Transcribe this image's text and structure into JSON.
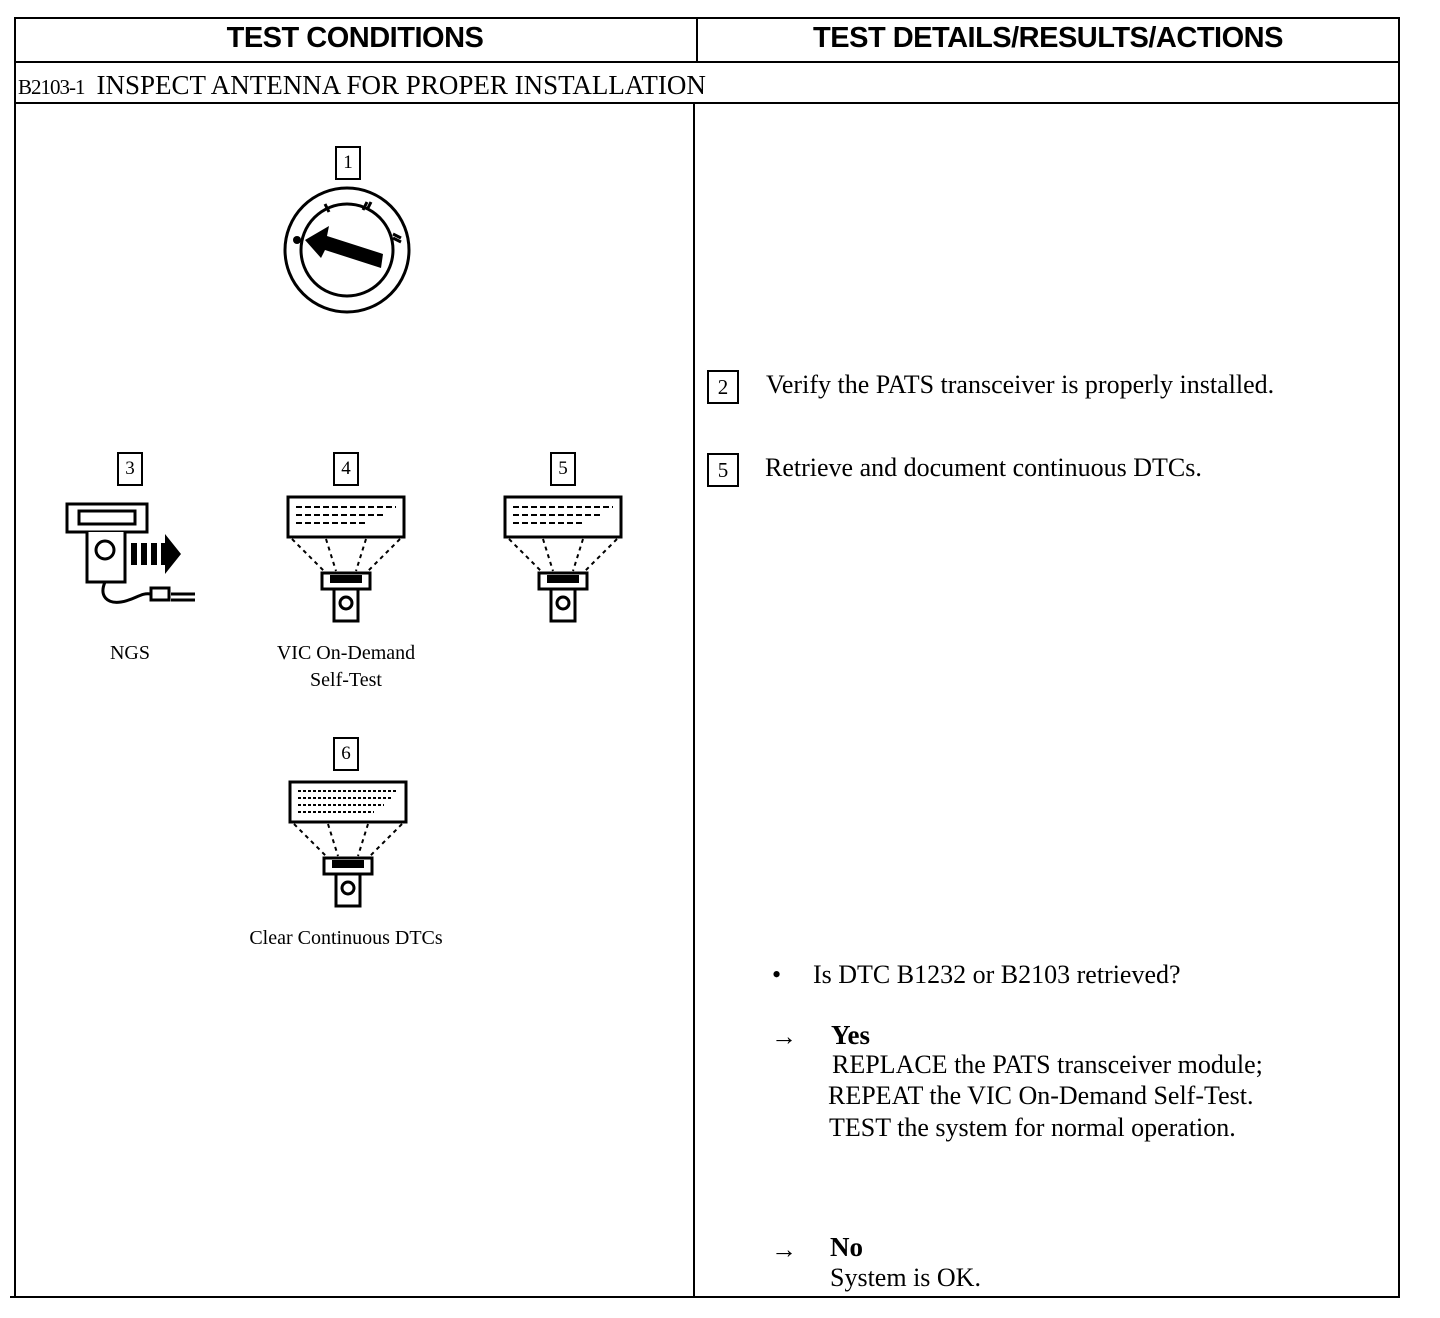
{
  "header": {
    "left_title": "TEST CONDITIONS",
    "right_title": "TEST DETAILS/RESULTS/ACTIONS"
  },
  "section": {
    "code": "B2103-1",
    "title": "INSPECT ANTENNA FOR PROPER INSTALLATION"
  },
  "illustrations": {
    "step1": {
      "number": "1",
      "icon": "ignition-switch-icon"
    },
    "step3": {
      "number": "3",
      "icon": "ngs-scan-tool-icon",
      "caption": "NGS"
    },
    "step4": {
      "number": "4",
      "icon": "scan-tool-screen-icon",
      "caption_line1": "VIC On-Demand",
      "caption_line2": "Self-Test"
    },
    "step5": {
      "number": "5",
      "icon": "scan-tool-screen-icon"
    },
    "step6": {
      "number": "6",
      "icon": "scan-tool-screen-icon",
      "caption": "Clear Continuous DTCs"
    }
  },
  "details": {
    "step2": {
      "number": "2",
      "text": "Verify the PATS transceiver is properly installed."
    },
    "step5": {
      "number": "5",
      "text": "Retrieve and document continuous DTCs."
    },
    "question": {
      "bullet": "•",
      "text": "Is DTC B1232 or B2103 retrieved?"
    },
    "yes": {
      "arrow": "→",
      "label": "Yes",
      "lines": [
        "REPLACE the PATS transceiver module;",
        "REPEAT the VIC On-Demand Self-Test.",
        "TEST the system for normal operation."
      ]
    },
    "no": {
      "arrow": "→",
      "label": "No",
      "lines": [
        "System is OK."
      ]
    }
  }
}
